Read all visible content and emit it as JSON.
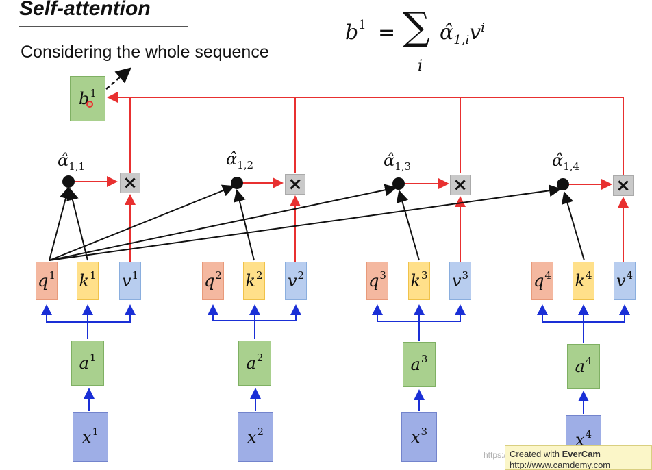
{
  "title": "Self-attention",
  "subtitle": "Considering the whole sequence",
  "formula": {
    "lhs": "b",
    "lhs_sup": "1",
    "equals": "=",
    "sum_symbol": "∑",
    "sum_index": "i",
    "alpha_hat": "α̂",
    "alpha_sub": "1,i",
    "v": "v",
    "v_sup": "i"
  },
  "output": {
    "letter": "b",
    "sup": "1"
  },
  "columns": [
    {
      "q": "q",
      "k": "k",
      "v": "v",
      "a": "a",
      "x": "x",
      "sup": "1",
      "alpha": "α̂",
      "alpha_sub": "1,1"
    },
    {
      "q": "q",
      "k": "k",
      "v": "v",
      "a": "a",
      "x": "x",
      "sup": "2",
      "alpha": "α̂",
      "alpha_sub": "1,2"
    },
    {
      "q": "q",
      "k": "k",
      "v": "v",
      "a": "a",
      "x": "x",
      "sup": "3",
      "alpha": "α̂",
      "alpha_sub": "1,3"
    },
    {
      "q": "q",
      "k": "k",
      "v": "v",
      "a": "a",
      "x": "x",
      "sup": "4",
      "alpha": "α̂",
      "alpha_sub": "1,4"
    }
  ],
  "multiply_symbol": "×",
  "watermark": {
    "line1_prefix": "Created with",
    "brand": "EverCam",
    "line2": "http://www.camdemy.com",
    "faint": "https://blog.csdn.net/..."
  },
  "colors": {
    "query": "#f4b8a0",
    "key": "#ffe08a",
    "value": "#b8cdef",
    "embedding": "#a9d08e",
    "input": "#9eaee6",
    "red_wire": "#e83030",
    "blue_wire": "#1a2fd6",
    "black_wire": "#111111"
  }
}
